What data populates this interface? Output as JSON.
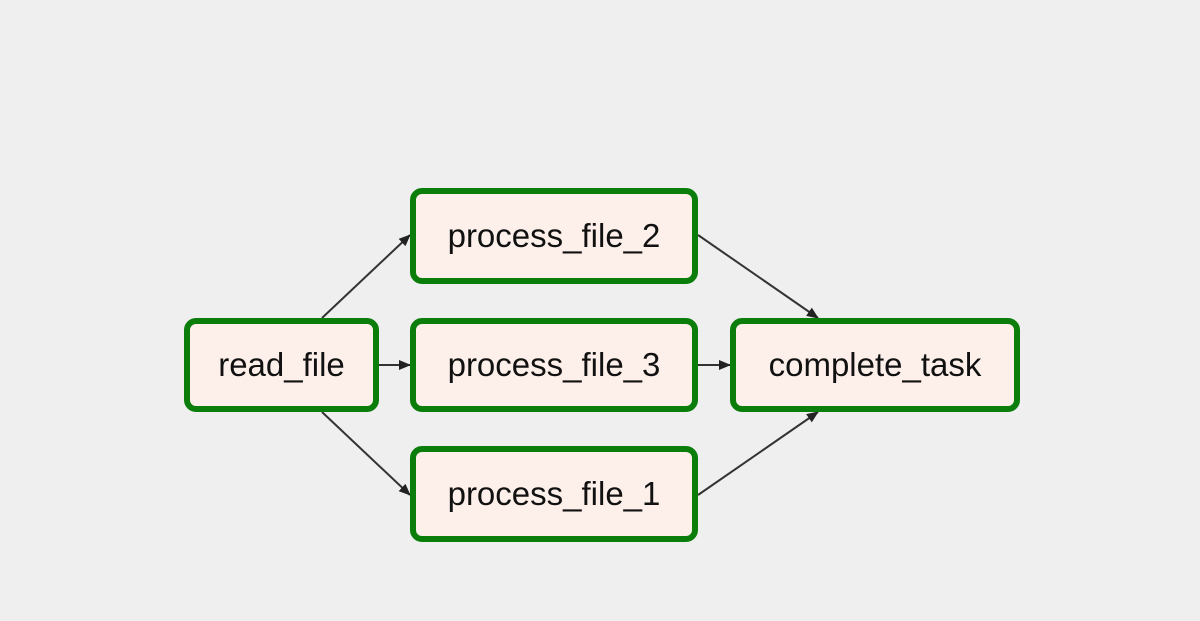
{
  "diagram": {
    "colors": {
      "background": "#efefef",
      "node_fill": "#fdf0ea",
      "node_border": "#0a7d0a",
      "edge": "#333333"
    },
    "nodes": {
      "read_file": "read_file",
      "process_file_2": "process_file_2",
      "process_file_3": "process_file_3",
      "process_file_1": "process_file_1",
      "complete_task": "complete_task"
    },
    "edges": [
      {
        "from": "read_file",
        "to": "process_file_2"
      },
      {
        "from": "read_file",
        "to": "process_file_3"
      },
      {
        "from": "read_file",
        "to": "process_file_1"
      },
      {
        "from": "process_file_2",
        "to": "complete_task"
      },
      {
        "from": "process_file_3",
        "to": "complete_task"
      },
      {
        "from": "process_file_1",
        "to": "complete_task"
      }
    ]
  }
}
